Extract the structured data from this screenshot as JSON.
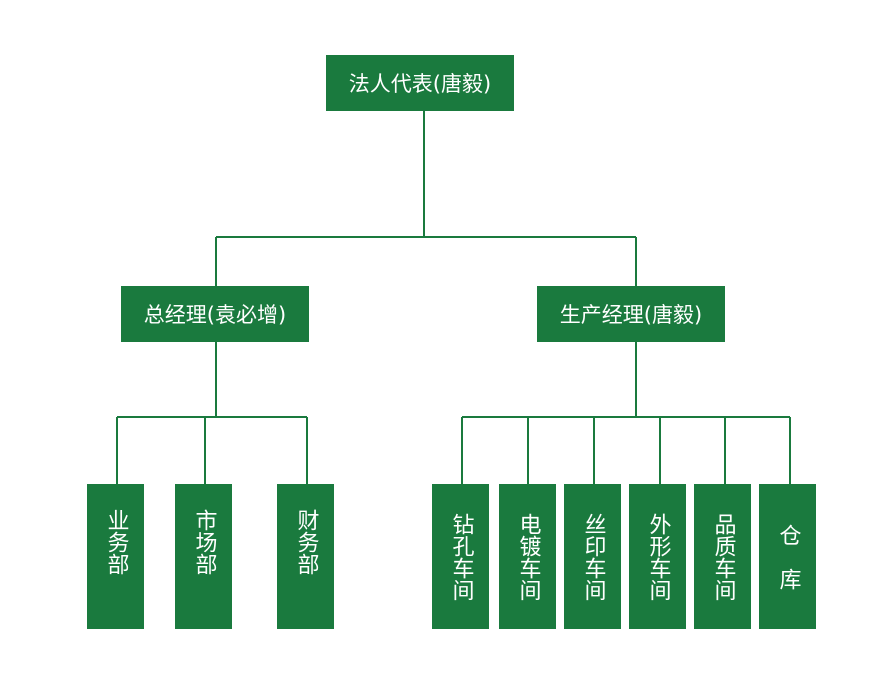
{
  "colors": {
    "node": "#1a7a3e",
    "line": "#1a7a3e",
    "text": "#ffffff",
    "background": "#ffffff"
  },
  "root": {
    "label": "法人代表(唐毅)"
  },
  "managers": [
    {
      "label": "总经理(袁必增)"
    },
    {
      "label": "生产经理(唐毅)"
    }
  ],
  "departments": [
    {
      "label": "业务部"
    },
    {
      "label": "市场部"
    },
    {
      "label": "财务部"
    }
  ],
  "workshops": [
    {
      "label": "钻孔车间"
    },
    {
      "label": "电镀车间"
    },
    {
      "label": "丝印车间"
    },
    {
      "label": "外形车间"
    },
    {
      "label": "品质车间"
    },
    {
      "label": "仓　库"
    }
  ]
}
